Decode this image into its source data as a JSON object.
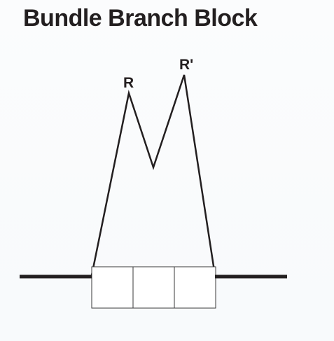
{
  "title": "Bundle Branch Block",
  "labels": {
    "r": "R",
    "r_prime": "R'"
  },
  "colors": {
    "ink": "#231f20",
    "background": "#fafcfd",
    "box_stroke": "#3a3a3a"
  }
}
